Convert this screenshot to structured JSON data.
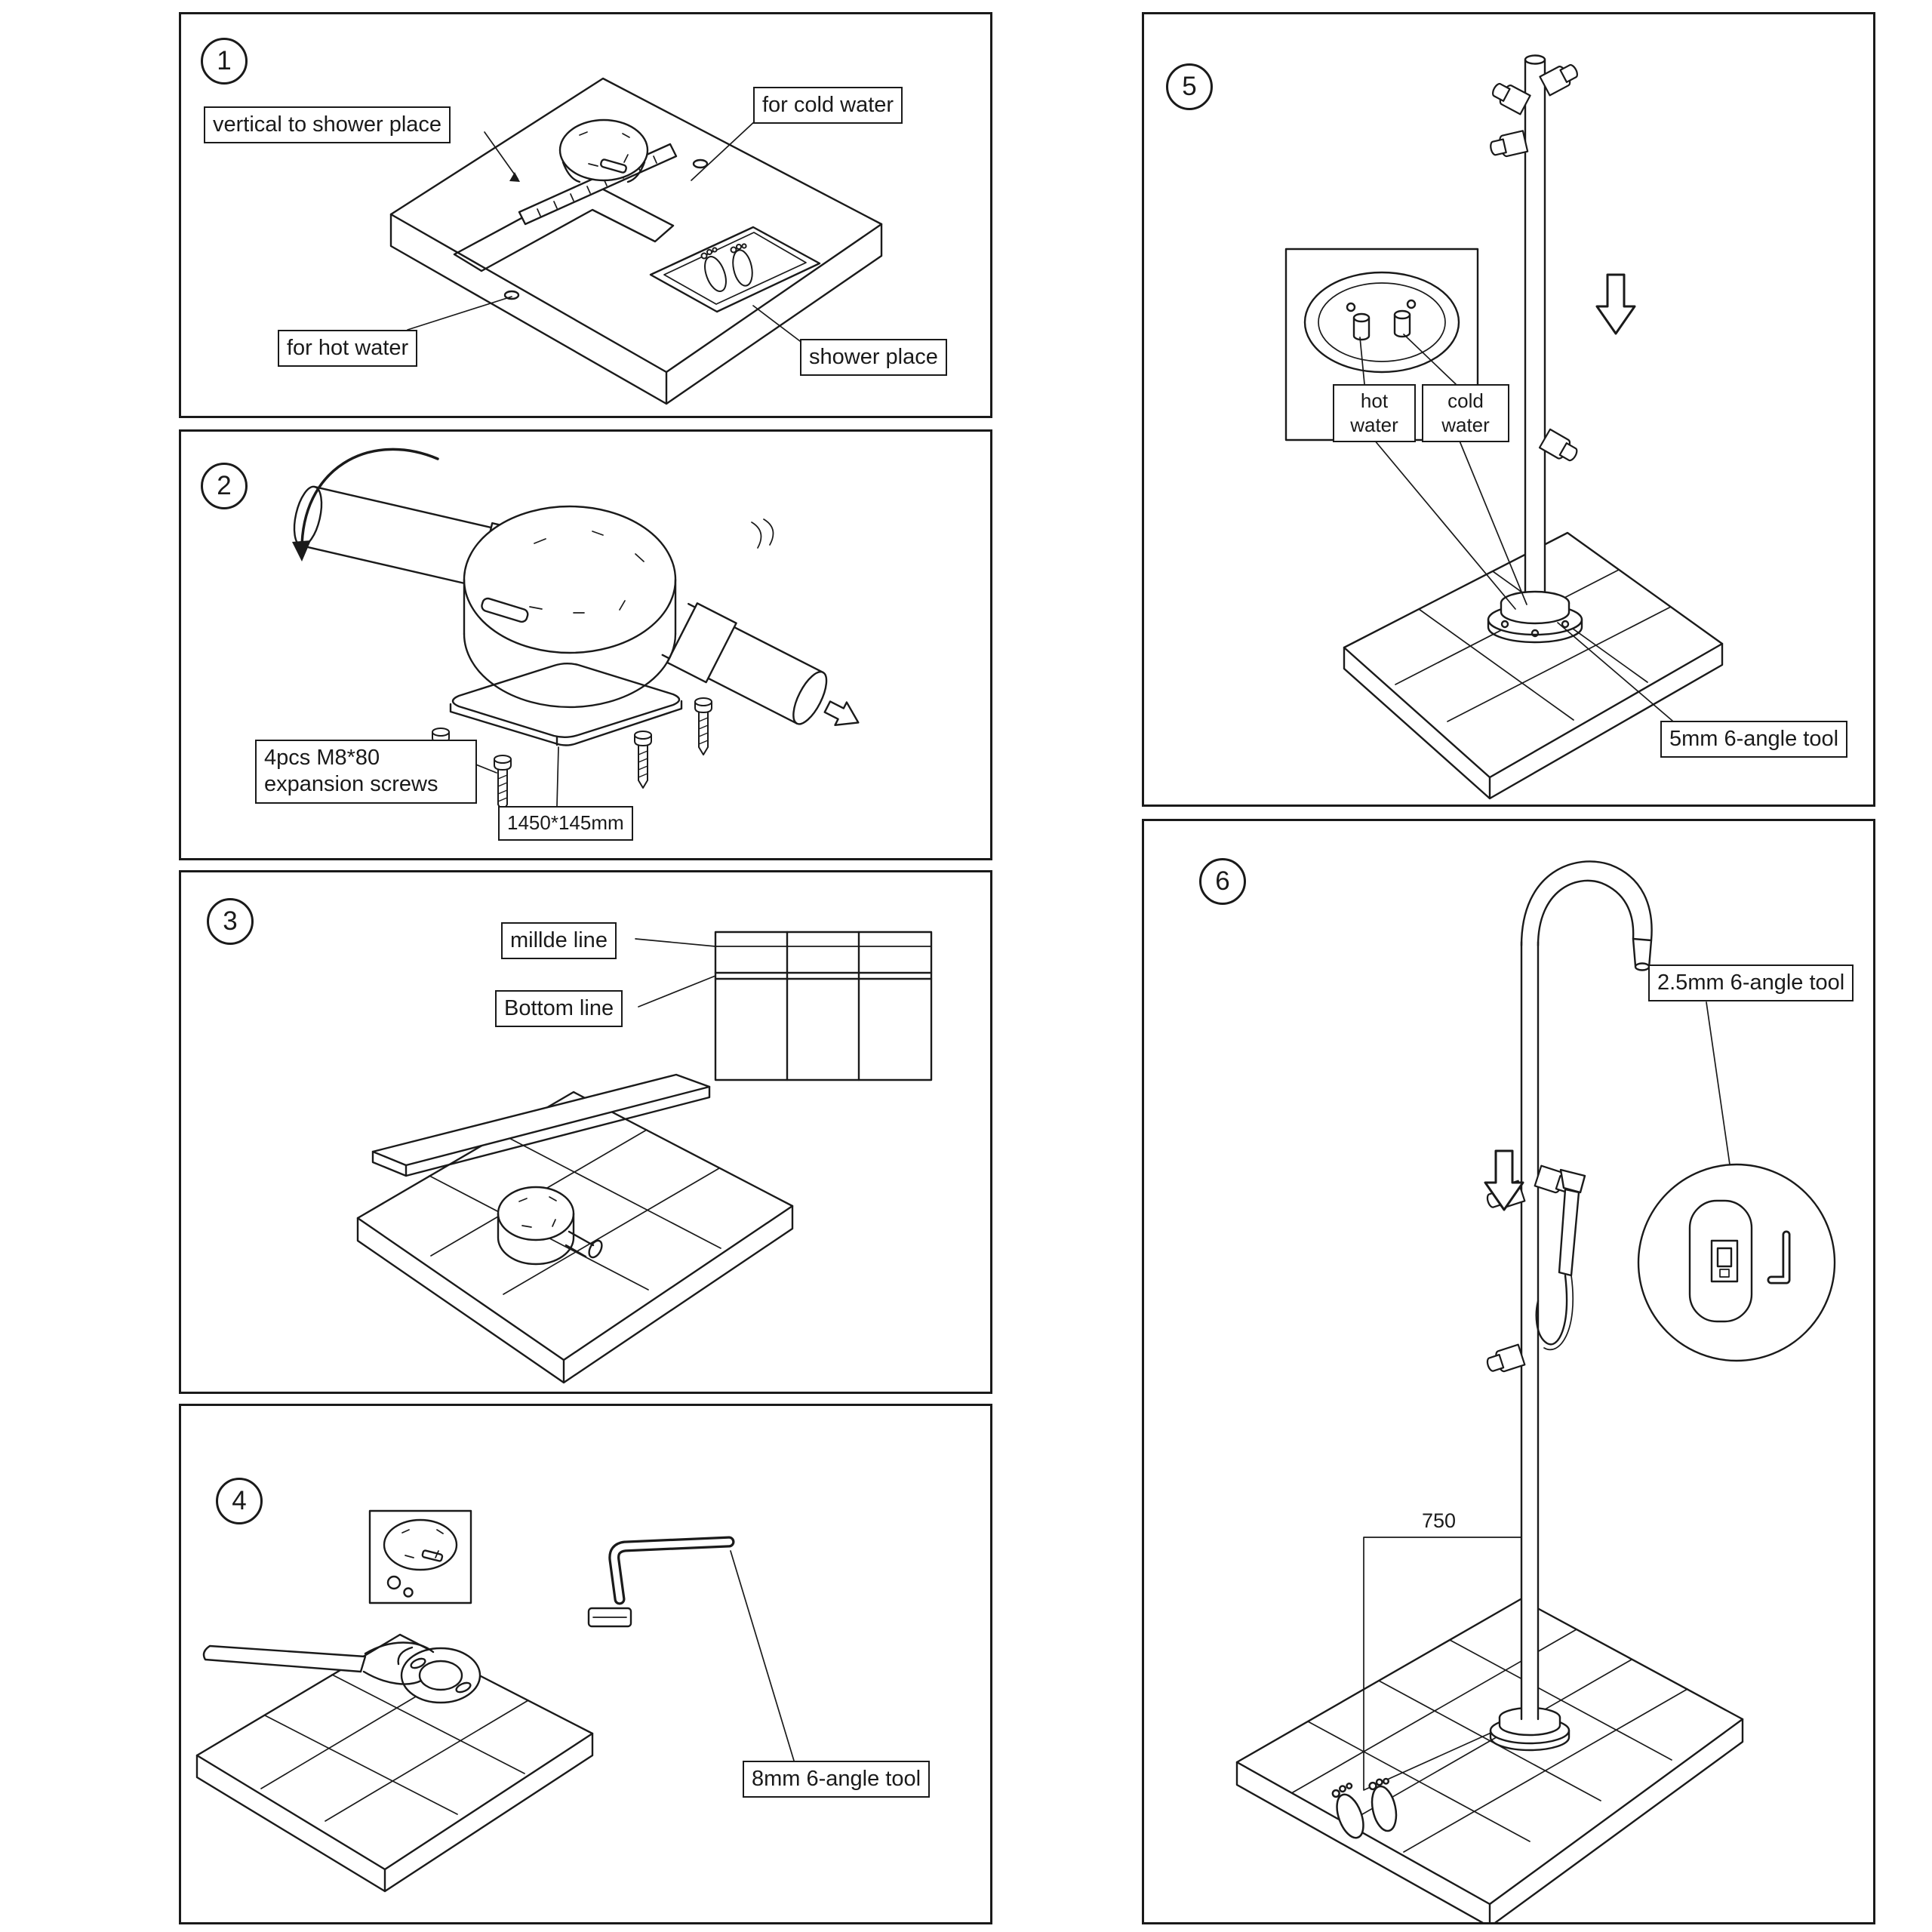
{
  "colors": {
    "ink": "#1a1a1a",
    "paper": "#ffffff"
  },
  "panels": {
    "p1": {
      "number": "1",
      "label_vertical": "vertical to shower place",
      "label_cold": "for cold water",
      "label_hot": "for hot water",
      "label_shower": "shower place"
    },
    "p2": {
      "number": "2",
      "label_screws": "4pcs M8*80 expansion screws",
      "label_size": "1450*145mm"
    },
    "p3": {
      "number": "3",
      "label_middle": "millde line",
      "label_bottom": "Bottom line"
    },
    "p4": {
      "number": "4",
      "label_tool": "8mm 6-angle tool"
    },
    "p5": {
      "number": "5",
      "label_hot": "hot water",
      "label_cold": "cold water",
      "label_tool": "5mm 6-angle tool"
    },
    "p6": {
      "number": "6",
      "label_tool": "2.5mm 6-angle tool",
      "dimension": "750"
    }
  }
}
